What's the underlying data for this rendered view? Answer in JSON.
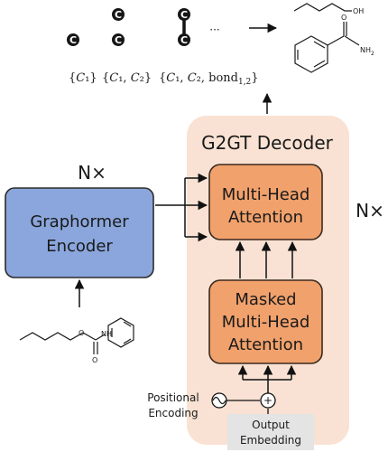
{
  "colors": {
    "decoder_panel": "#f9e2d3",
    "orange_box": "#f1a16c",
    "orange_border": "#3a2a20",
    "encoder_box": "#8aa6dc",
    "encoder_border": "#2b2b2b",
    "output_embed_box": "#e4e4e4",
    "node_fill": "#161616",
    "line": "#111111"
  },
  "graph_nodes": {
    "node_symbol": "C",
    "ellipsis": "···"
  },
  "sequence_label": {
    "s1": "{𝐶₁}",
    "s2": "{𝐶₁, 𝐶₂}",
    "s3": "{𝐶₁, 𝐶₂, bond",
    "s3_sub": "1,2",
    "s3_end": "}"
  },
  "chem": {
    "oh_label": "OH",
    "nh2_n": "NH",
    "nh2_sub": "2",
    "o_label": "O",
    "nh_label": "NH"
  },
  "decoder": {
    "title": "G2GT Decoder",
    "nx": "N×",
    "mha_line1": "Multi-Head",
    "mha_line2": "Attention",
    "masked_line1": "Masked",
    "masked_line2": "Multi-Head",
    "masked_line3": "Attention"
  },
  "encoder": {
    "nx": "N×",
    "line1": "Graphormer",
    "line2": "Encoder"
  },
  "positional": {
    "line1": "Positional",
    "line2": "Encoding",
    "plus": "+"
  },
  "output_embedding": {
    "line1": "Output",
    "line2": "Embedding"
  }
}
